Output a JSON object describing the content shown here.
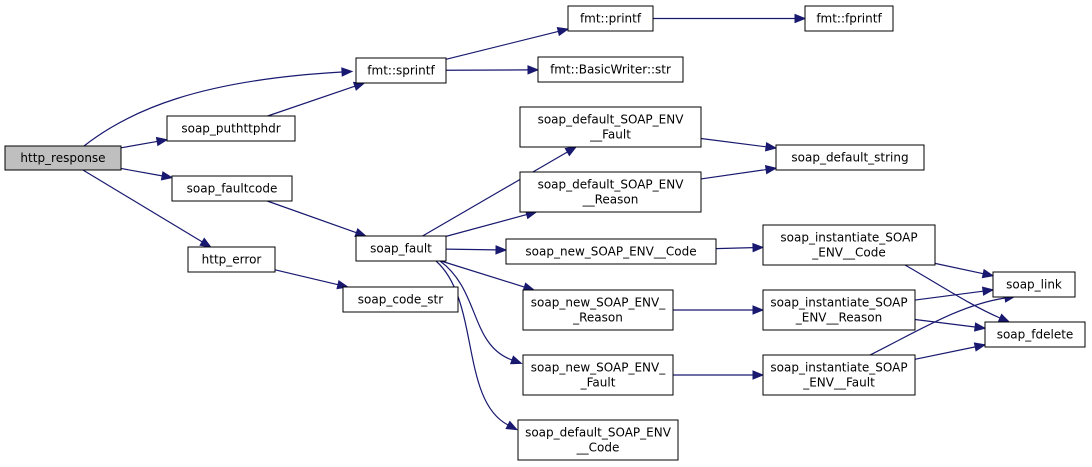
{
  "diagram": {
    "type": "call-graph",
    "edge_color": "#191970",
    "root_fill": "#bfbfbf",
    "nodes": [
      {
        "id": "http_response",
        "lines": [
          "http_response"
        ],
        "root": true
      },
      {
        "id": "fmt_sprintf",
        "lines": [
          "fmt::sprintf"
        ]
      },
      {
        "id": "soap_puthttphdr",
        "lines": [
          "soap_puthttphdr"
        ]
      },
      {
        "id": "soap_faultcode",
        "lines": [
          "soap_faultcode"
        ]
      },
      {
        "id": "http_error",
        "lines": [
          "http_error"
        ]
      },
      {
        "id": "fmt_printf",
        "lines": [
          "fmt::printf"
        ]
      },
      {
        "id": "fmt_basicwriter_str",
        "lines": [
          "fmt::BasicWriter::str"
        ]
      },
      {
        "id": "fmt_fprintf",
        "lines": [
          "fmt::fprintf"
        ]
      },
      {
        "id": "soap_fault",
        "lines": [
          "soap_fault"
        ]
      },
      {
        "id": "soap_code_str",
        "lines": [
          "soap_code_str"
        ]
      },
      {
        "id": "soap_default_SOAP_ENV__Fault",
        "lines": [
          "soap_default_SOAP_ENV",
          "__Fault"
        ]
      },
      {
        "id": "soap_default_SOAP_ENV__Reason",
        "lines": [
          "soap_default_SOAP_ENV",
          "__Reason"
        ]
      },
      {
        "id": "soap_new_SOAP_ENV__Code",
        "lines": [
          "soap_new_SOAP_ENV__Code"
        ]
      },
      {
        "id": "soap_new_SOAP_ENV__Reason",
        "lines": [
          "soap_new_SOAP_ENV_",
          "_Reason"
        ]
      },
      {
        "id": "soap_new_SOAP_ENV__Fault",
        "lines": [
          "soap_new_SOAP_ENV_",
          "_Fault"
        ]
      },
      {
        "id": "soap_default_SOAP_ENV__Code",
        "lines": [
          "soap_default_SOAP_ENV",
          "__Code"
        ]
      },
      {
        "id": "soap_default_string",
        "lines": [
          "soap_default_string"
        ]
      },
      {
        "id": "soap_instantiate_SOAP_ENV__Code",
        "lines": [
          "soap_instantiate_SOAP",
          "_ENV__Code"
        ]
      },
      {
        "id": "soap_instantiate_SOAP_ENV__Reason",
        "lines": [
          "soap_instantiate_SOAP",
          "_ENV__Reason"
        ]
      },
      {
        "id": "soap_instantiate_SOAP_ENV__Fault",
        "lines": [
          "soap_instantiate_SOAP",
          "_ENV__Fault"
        ]
      },
      {
        "id": "soap_link",
        "lines": [
          "soap_link"
        ]
      },
      {
        "id": "soap_fdelete",
        "lines": [
          "soap_fdelete"
        ]
      }
    ],
    "edges": [
      {
        "from": "http_response",
        "to": "fmt_sprintf"
      },
      {
        "from": "http_response",
        "to": "soap_puthttphdr"
      },
      {
        "from": "http_response",
        "to": "soap_faultcode"
      },
      {
        "from": "http_response",
        "to": "http_error"
      },
      {
        "from": "soap_puthttphdr",
        "to": "fmt_sprintf"
      },
      {
        "from": "fmt_sprintf",
        "to": "fmt_printf"
      },
      {
        "from": "fmt_sprintf",
        "to": "fmt_basicwriter_str"
      },
      {
        "from": "fmt_printf",
        "to": "fmt_fprintf"
      },
      {
        "from": "soap_faultcode",
        "to": "soap_fault"
      },
      {
        "from": "http_error",
        "to": "soap_code_str"
      },
      {
        "from": "soap_fault",
        "to": "soap_default_SOAP_ENV__Fault"
      },
      {
        "from": "soap_fault",
        "to": "soap_default_SOAP_ENV__Reason"
      },
      {
        "from": "soap_fault",
        "to": "soap_new_SOAP_ENV__Code"
      },
      {
        "from": "soap_fault",
        "to": "soap_new_SOAP_ENV__Reason"
      },
      {
        "from": "soap_fault",
        "to": "soap_new_SOAP_ENV__Fault"
      },
      {
        "from": "soap_fault",
        "to": "soap_default_SOAP_ENV__Code"
      },
      {
        "from": "soap_default_SOAP_ENV__Fault",
        "to": "soap_default_string"
      },
      {
        "from": "soap_default_SOAP_ENV__Reason",
        "to": "soap_default_string"
      },
      {
        "from": "soap_new_SOAP_ENV__Code",
        "to": "soap_instantiate_SOAP_ENV__Code"
      },
      {
        "from": "soap_new_SOAP_ENV__Reason",
        "to": "soap_instantiate_SOAP_ENV__Reason"
      },
      {
        "from": "soap_new_SOAP_ENV__Fault",
        "to": "soap_instantiate_SOAP_ENV__Fault"
      },
      {
        "from": "soap_instantiate_SOAP_ENV__Code",
        "to": "soap_link"
      },
      {
        "from": "soap_instantiate_SOAP_ENV__Code",
        "to": "soap_fdelete"
      },
      {
        "from": "soap_instantiate_SOAP_ENV__Reason",
        "to": "soap_link"
      },
      {
        "from": "soap_instantiate_SOAP_ENV__Reason",
        "to": "soap_fdelete"
      },
      {
        "from": "soap_instantiate_SOAP_ENV__Fault",
        "to": "soap_link"
      },
      {
        "from": "soap_instantiate_SOAP_ENV__Fault",
        "to": "soap_fdelete"
      }
    ]
  }
}
